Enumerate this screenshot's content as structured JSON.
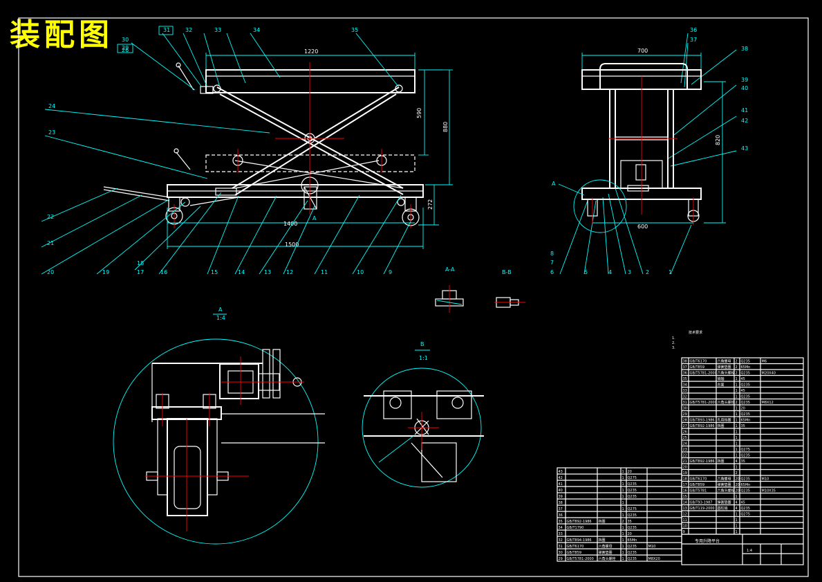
{
  "title": "装配图",
  "dimensions": {
    "d1220": "1220",
    "d590": "590",
    "d880": "880",
    "d272": "272",
    "d1400": "1400",
    "d1500": "1500",
    "d700": "700",
    "d820": "820",
    "d600": "600"
  },
  "balloons_top": [
    "35",
    "32",
    "33",
    "34",
    "36",
    "37",
    "38",
    "39",
    "40",
    "41",
    "42",
    "43"
  ],
  "balloons_left": [
    "24",
    "23",
    "22",
    "21",
    "20",
    "19",
    "18",
    "17",
    "16",
    "15",
    "14",
    "13",
    "12",
    "11",
    "10",
    "9"
  ],
  "balloons_right": [
    "8",
    "7",
    "6",
    "5",
    "4",
    "3",
    "2",
    "1"
  ],
  "balloon_stack": [
    "31",
    "30",
    "29",
    "26"
  ],
  "view_labels": {
    "section_aa": "A-A",
    "section_bb": "B-B",
    "detail_a": "A",
    "detail_a_scale": "1:4",
    "detail_b": "B",
    "detail_b_scale": "1:1",
    "marker_a": "A",
    "marker_a2": "A"
  },
  "tech_notes": [
    "技术要求",
    "1.",
    "2.",
    "3."
  ],
  "table_right_rows": [
    [
      "38",
      "GB/T6170",
      "六角螺母",
      "2",
      "Q235",
      "M6"
    ],
    [
      "37",
      "GB/T859",
      "弹簧垫圈",
      "2",
      "65Mn",
      ""
    ],
    [
      "36",
      "GB/T5781-2000",
      "六角头螺栓",
      "2",
      "Q235",
      "M20X40"
    ],
    [
      "35",
      "",
      "销轴",
      "1",
      "45",
      ""
    ],
    [
      "34",
      "",
      "台面",
      "1",
      "Q235",
      ""
    ],
    [
      "33",
      "",
      "",
      "1",
      "45",
      ""
    ],
    [
      "32",
      "",
      "",
      "1",
      "Q235",
      ""
    ],
    [
      "31",
      "GB/T5781-2000",
      "六角头螺栓",
      "2",
      "Q235",
      "M8X12"
    ],
    [
      "30",
      "",
      "",
      "1",
      "20",
      ""
    ],
    [
      "29",
      "",
      "",
      "1",
      "Q235",
      ""
    ],
    [
      "28",
      "GB/T893-1986",
      "孔用挡圈",
      "1",
      "65Mn",
      ""
    ],
    [
      "27",
      "GB/T892-1986",
      "挡圈",
      "1",
      "35",
      ""
    ],
    [
      "26",
      "",
      "",
      "1",
      "",
      ""
    ],
    [
      "25",
      "",
      "",
      "1",
      "",
      ""
    ],
    [
      "24",
      "",
      "",
      "1",
      "",
      ""
    ],
    [
      "23",
      "",
      "",
      "1",
      "Q275",
      ""
    ],
    [
      "22",
      "",
      "",
      "1",
      "Q235",
      ""
    ],
    [
      "21",
      "GB/T892-1986",
      "挡圈",
      "4",
      "35",
      ""
    ],
    [
      "20",
      "",
      "",
      "1",
      "",
      ""
    ],
    [
      "19",
      "",
      "",
      "2",
      "",
      ""
    ],
    [
      "18",
      "GB/T6170",
      "六角螺母",
      "20",
      "Q235",
      "M10"
    ],
    [
      "17",
      "GB/T859",
      "弹簧垫圈",
      "20",
      "65Mn",
      ""
    ],
    [
      "16",
      "GB/T5781",
      "六角头螺栓",
      "20",
      "Q235",
      "M10X35"
    ],
    [
      "15",
      "",
      "",
      "1",
      "",
      ""
    ],
    [
      "14",
      "GB/T93-1987",
      "弹簧垫圈",
      "4",
      "45",
      ""
    ],
    [
      "13",
      "GB/T119-2000",
      "圆柱销",
      "4",
      "Q235",
      ""
    ],
    [
      "12",
      "",
      "",
      "1",
      "Q275",
      ""
    ],
    [
      "11",
      "",
      "",
      "1",
      "",
      ""
    ],
    [
      "10",
      "",
      "",
      "1",
      "",
      ""
    ],
    [
      "9",
      "",
      "",
      "1",
      "",
      ""
    ]
  ],
  "table_bottom_rows": [
    [
      "43",
      "",
      "",
      "1",
      "20",
      ""
    ],
    [
      "42",
      "",
      "",
      "1",
      "Q275",
      ""
    ],
    [
      "41",
      "",
      "",
      "1",
      "Q235",
      ""
    ],
    [
      "40",
      "",
      "",
      "1",
      "Q235",
      ""
    ],
    [
      "39",
      "",
      "",
      "1",
      "Q235",
      ""
    ],
    [
      "38",
      "",
      "",
      "1",
      "",
      ""
    ],
    [
      "37",
      "",
      "",
      "1",
      "Q275",
      ""
    ],
    [
      "36",
      "",
      "",
      "1",
      "Q235",
      ""
    ],
    [
      "35",
      "GB/T892-1986",
      "挡圈",
      "2",
      "35",
      ""
    ],
    [
      "34",
      "GB/T1790",
      "",
      "1",
      "Q235",
      ""
    ],
    [
      "33",
      "",
      "",
      "1",
      "20",
      ""
    ],
    [
      "32",
      "GB/T894-1986",
      "挡圈",
      "1",
      "65Mn",
      ""
    ],
    [
      "31",
      "GB/T6170",
      "六角螺母",
      "1",
      "Q235",
      "M10"
    ],
    [
      "30",
      "GB/T859",
      "弹簧垫圈",
      "1",
      "Q235",
      ""
    ],
    [
      "29",
      "GB/T5781-2000",
      "六角头螺栓",
      "1",
      "Q235",
      "M8X20"
    ]
  ],
  "title_block": {
    "drawing_name": "专用升降平台",
    "scale": "1:4"
  }
}
